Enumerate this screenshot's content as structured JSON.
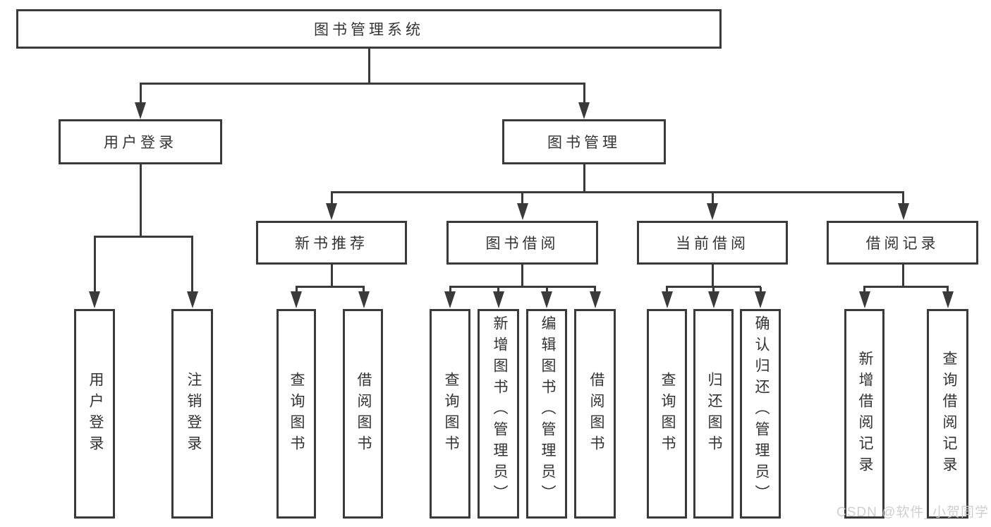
{
  "tree": {
    "root": {
      "label": "图书管理系统"
    },
    "user_login": {
      "label": "用户登录",
      "children": [
        "用户登录",
        "注销登录"
      ]
    },
    "book_management": {
      "label": "图书管理",
      "new_book_recommend": {
        "label": "新书推荐",
        "children": [
          "查询图书",
          "借阅图书"
        ]
      },
      "book_borrow": {
        "label": "图书借阅",
        "children": [
          "查询图书",
          "新增图书（管理员）",
          "编辑图书（管理员）",
          "借阅图书"
        ]
      },
      "current_borrow": {
        "label": "当前借阅",
        "children": [
          "查询图书",
          "归还图书",
          "确认归还（管理员）"
        ]
      },
      "borrow_records": {
        "label": "借阅记录",
        "children": [
          "新增借阅记录",
          "查询借阅记录"
        ]
      }
    }
  },
  "watermark": {
    "text": "CSDN @软件_小贺同学"
  },
  "colors": {
    "line": "#3a3a3a",
    "text": "#333333",
    "background": "#ffffff",
    "watermark": "#cccccc"
  }
}
